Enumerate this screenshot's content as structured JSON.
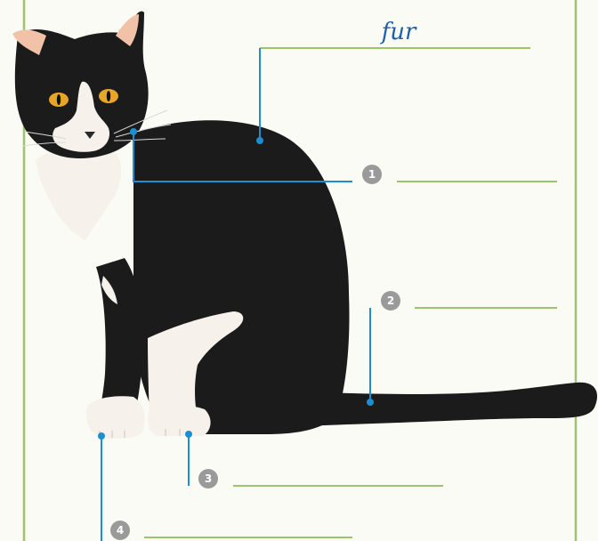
{
  "labels": {
    "fur": "fur",
    "markers": [
      "1",
      "2",
      "3",
      "4"
    ]
  },
  "colors": {
    "frame": "#9cc46a",
    "answer_line": "#9cc46a",
    "pointer": "#1d8fd0",
    "marker_bg": "#9a9a9a",
    "cat_body": "#1b1b1b",
    "cat_white": "#f7f1ec",
    "eye": "#e7a627",
    "ear_inner": "#f1c2a8"
  }
}
